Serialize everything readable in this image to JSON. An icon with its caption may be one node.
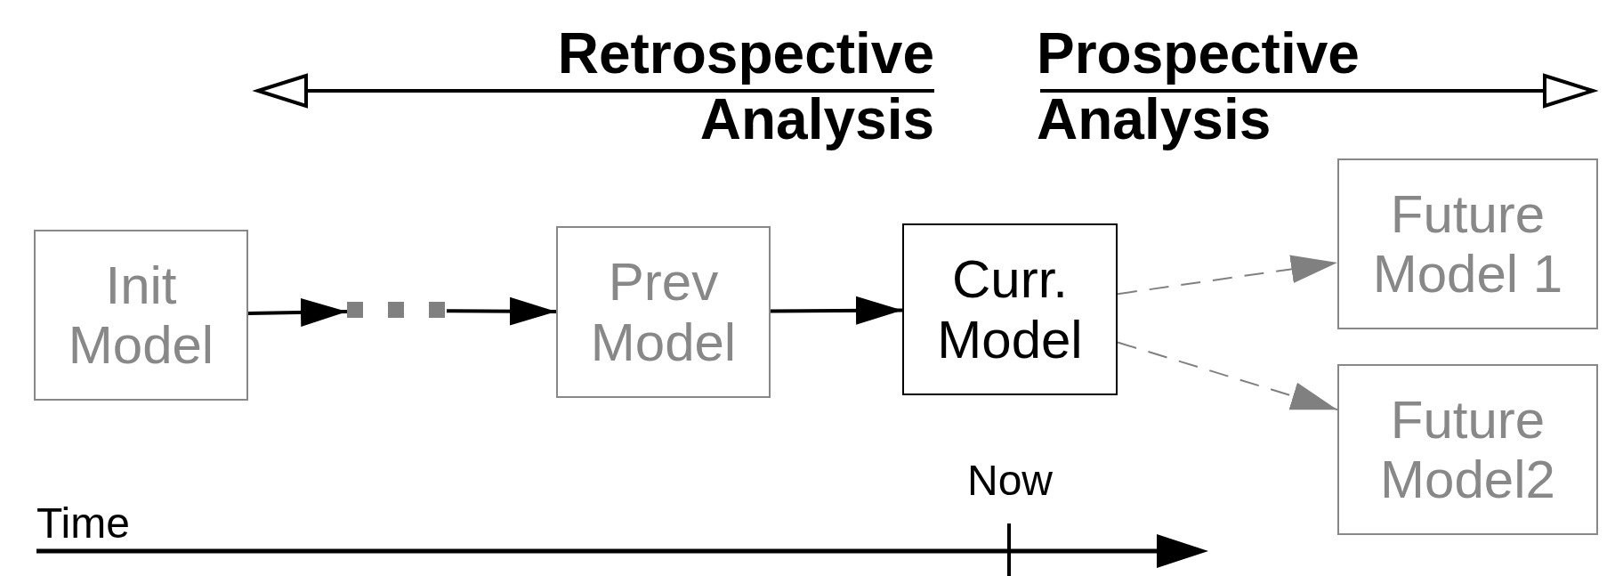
{
  "diagram": {
    "nodes": [
      {
        "text": [
          "Init Model"
        ]
      },
      {
        "text": [],
        "shape": "ellipsis"
      },
      {
        "text": [
          "Prev Model"
        ]
      },
      {
        "text": [
          "Curr. Model"
        ]
      },
      {
        "text": [
          "Future Model 1"
        ]
      },
      {
        "text": [
          "Future Model2"
        ]
      }
    ],
    "edges": [
      {
        "from": 0,
        "to": 1,
        "arrow": "to"
      },
      {
        "from": 1,
        "to": 2,
        "arrow": "to"
      },
      {
        "from": 2,
        "to": 3,
        "arrow": "to"
      },
      {
        "from": 3,
        "to": 4,
        "arrow": "to",
        "style": "dashed",
        "color": "#808080"
      },
      {
        "from": 3,
        "to": 5,
        "arrow": "to",
        "style": "dashed",
        "color": "#808080"
      }
    ],
    "labels": [
      "Retrospective Analysis",
      "Prospective Analysis",
      "Now",
      "Time"
    ]
  }
}
